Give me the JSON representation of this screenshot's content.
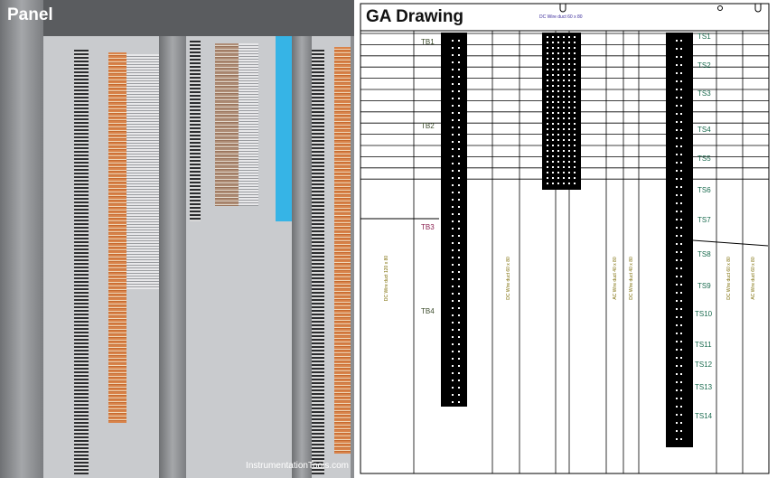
{
  "photo": {
    "title": "Panel",
    "watermark": "InstrumentationTools.com"
  },
  "drawing": {
    "title": "GA Drawing",
    "top_duct_label": "DC Wire duct 60 x 80",
    "tb_labels": [
      "TB1",
      "TB2",
      "TB3",
      "TB4"
    ],
    "ts_labels": [
      "TS1",
      "TS2",
      "TS3",
      "TS4",
      "TS5",
      "TS6",
      "TS7",
      "TS8",
      "TS9",
      "TS10",
      "TS11",
      "TS12",
      "TS13",
      "TS14"
    ],
    "duct_labels": [
      "DC Wire duct 120 x 80",
      "DC Wire duct 60 x 80",
      "AC Wire duct 40 x 80",
      "DC Wire duct 40 x 80",
      "DC Wire duct 60 x 80",
      "AC Wire duct 60 x 80"
    ]
  }
}
